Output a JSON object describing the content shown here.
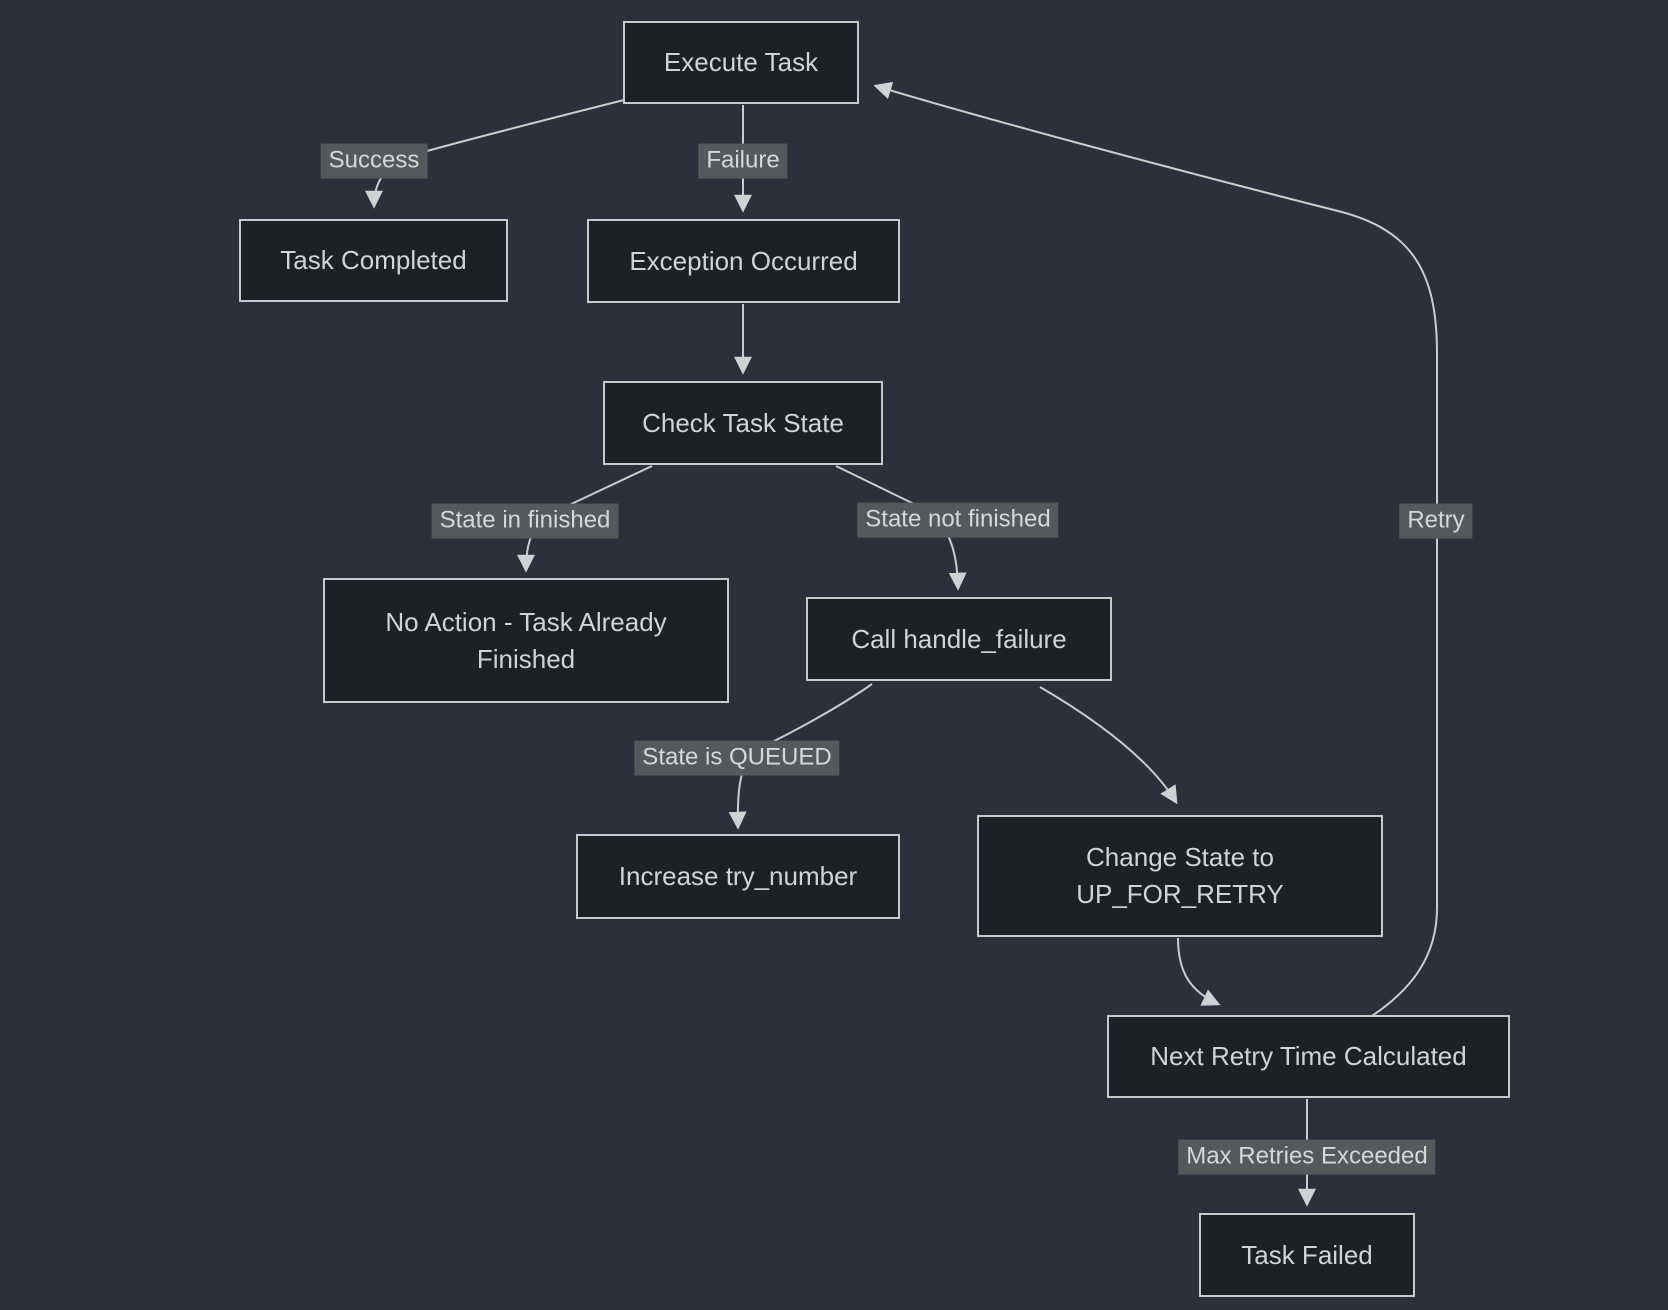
{
  "diagram": {
    "type": "flowchart",
    "colors": {
      "background": "#2b303c",
      "node_fill": "#1d2125",
      "node_border": "#c8c9ca",
      "node_text": "#d2d3d4",
      "edge_line": "#cbccce",
      "edge_label_bg": "#56595c",
      "edge_label_text": "#d6d7d8"
    },
    "nodes": {
      "execute_task": {
        "label": "Execute Task"
      },
      "task_completed": {
        "label": "Task Completed"
      },
      "exception_occurred": {
        "label": "Exception Occurred"
      },
      "check_task_state": {
        "label": "Check Task State"
      },
      "no_action": {
        "label": "No Action - Task Already\nFinished"
      },
      "call_handle_failure": {
        "label": "Call handle_failure"
      },
      "increase_try_number": {
        "label": "Increase try_number"
      },
      "change_state": {
        "label": "Change State to\nUP_FOR_RETRY"
      },
      "next_retry": {
        "label": "Next Retry Time Calculated"
      },
      "task_failed": {
        "label": "Task Failed"
      }
    },
    "edge_labels": {
      "success": "Success",
      "failure": "Failure",
      "state_in_finished": "State in finished",
      "state_not_finished": "State not finished",
      "state_is_queued": "State is QUEUED",
      "retry": "Retry",
      "max_retries_exceeded": "Max Retries Exceeded"
    },
    "edges": [
      {
        "from": "execute_task",
        "to": "task_completed",
        "label": "Success"
      },
      {
        "from": "execute_task",
        "to": "exception_occurred",
        "label": "Failure"
      },
      {
        "from": "exception_occurred",
        "to": "check_task_state",
        "label": ""
      },
      {
        "from": "check_task_state",
        "to": "no_action",
        "label": "State in finished"
      },
      {
        "from": "check_task_state",
        "to": "call_handle_failure",
        "label": "State not finished"
      },
      {
        "from": "call_handle_failure",
        "to": "increase_try_number",
        "label": "State is QUEUED"
      },
      {
        "from": "call_handle_failure",
        "to": "change_state",
        "label": ""
      },
      {
        "from": "change_state",
        "to": "next_retry",
        "label": ""
      },
      {
        "from": "next_retry",
        "to": "execute_task",
        "label": "Retry"
      },
      {
        "from": "next_retry",
        "to": "task_failed",
        "label": "Max Retries Exceeded"
      }
    ]
  }
}
